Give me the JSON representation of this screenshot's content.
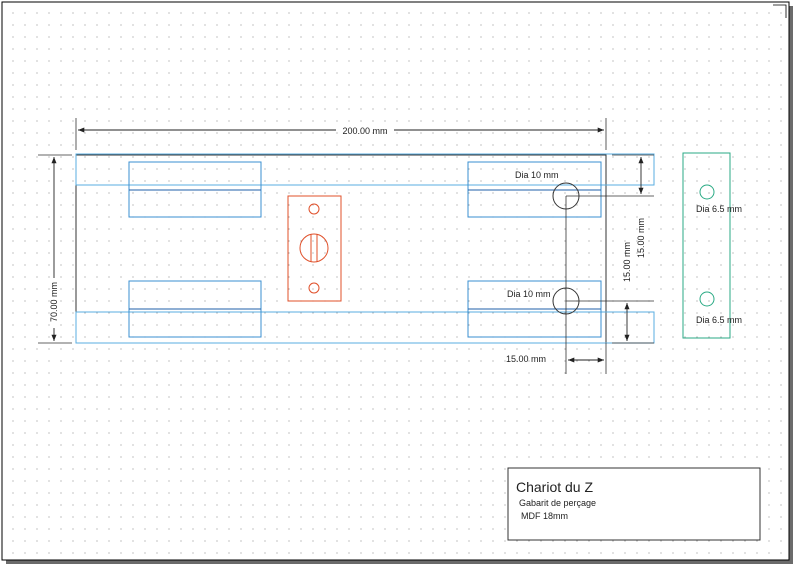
{
  "colors": {
    "frame": "#000000",
    "dot_grid": "#9a9a9a",
    "blue": "#3a8fd1",
    "dark_blue": "#1f5fa8",
    "light_blue": "#5aaee0",
    "red": "#e0502a",
    "green": "#2aaa84",
    "dimension": "#222222"
  },
  "dimensions": {
    "overall_width": "200.00 mm",
    "overall_height": "70.00 mm",
    "hole_spacing_vertical": "15.00 mm",
    "hole_offset_horizontal": "15.00 mm",
    "small_vertical": "15.00 mm"
  },
  "holes": {
    "top_large": "Dia 10 mm",
    "bottom_large": "Dia 10 mm",
    "side_top": "Dia 6.5 mm",
    "side_bottom": "Dia 6.5 mm"
  },
  "title_block": {
    "title": "Chariot du Z",
    "subtitle": "Gabarit de perçage",
    "material": "MDF 18mm"
  }
}
